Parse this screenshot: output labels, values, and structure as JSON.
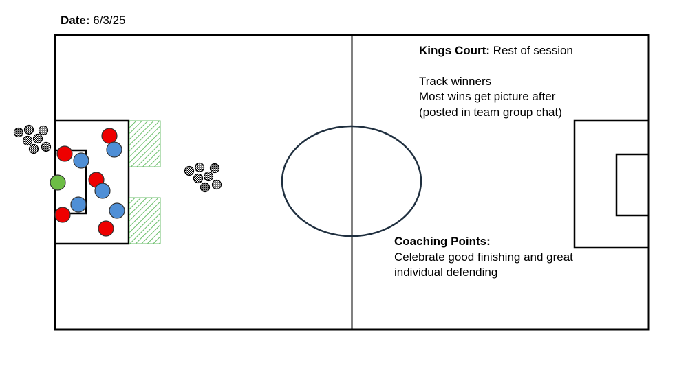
{
  "date": {
    "label": "Date:",
    "value": "6/3/25"
  },
  "kings_court": {
    "label": "Kings Court:",
    "value": "Rest of session",
    "lines": [
      "Track winners",
      "Most wins get picture after",
      "(posted in team group chat)"
    ]
  },
  "coaching_points": {
    "label": "Coaching Points:",
    "lines": [
      "Celebrate good finishing and great",
      "individual defending"
    ]
  },
  "colors": {
    "red_player": "#ee0000",
    "blue_player": "#4f8fd6",
    "green_player": "#6dbd45",
    "goal_hatch": "#6cbf6c",
    "center_circle": "#1f2f3f"
  }
}
